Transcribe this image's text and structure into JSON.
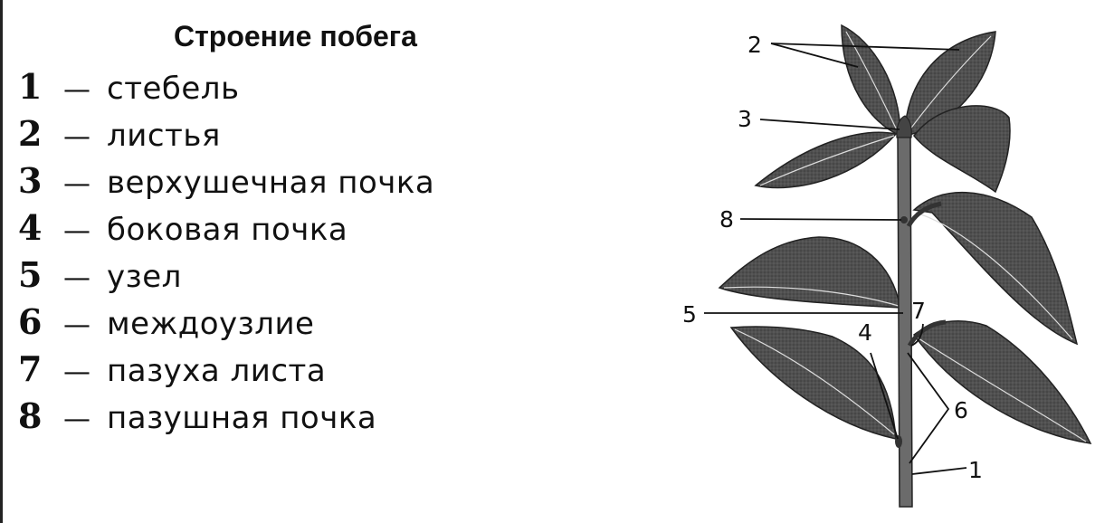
{
  "legend": {
    "title": "Строение побега",
    "dash": "—",
    "items": [
      {
        "num": "1",
        "term": "стебель"
      },
      {
        "num": "2",
        "term": "листья"
      },
      {
        "num": "3",
        "term": "верхушечная почка"
      },
      {
        "num": "4",
        "term": "боковая почка"
      },
      {
        "num": "5",
        "term": "узел"
      },
      {
        "num": "6",
        "term": "междоузлие"
      },
      {
        "num": "7",
        "term": "пазуха листа"
      },
      {
        "num": "8",
        "term": "пазушная почка"
      }
    ]
  },
  "figure": {
    "callouts": {
      "c1": "1",
      "c2": "2",
      "c3": "3",
      "c4": "4",
      "c5": "5",
      "c6": "6",
      "c7": "7",
      "c8": "8"
    },
    "colors": {
      "leaf": "#4a4a4a",
      "stem": "#6b6b6b",
      "line": "#111111"
    }
  }
}
